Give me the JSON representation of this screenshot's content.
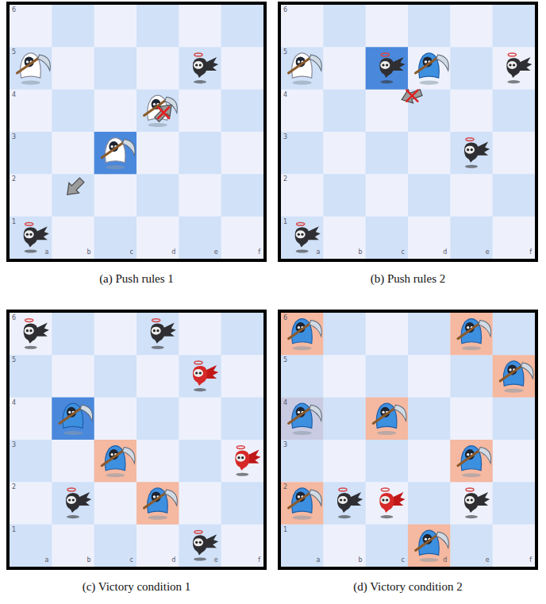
{
  "diagram": {
    "labels": [
      "6",
      "5",
      "4",
      "3",
      "2",
      "1",
      "a",
      "b",
      "c",
      "d",
      "e",
      "f",
      "(a) Push rules 1",
      "6",
      "5",
      "4",
      "3",
      "2",
      "1",
      "a",
      "b",
      "c",
      "d",
      "e",
      "f",
      "(b) Push rules 2",
      "6",
      "5",
      "4",
      "3",
      "2",
      "1",
      "a",
      "b",
      "c",
      "d",
      "e",
      "f",
      "(c) Victory condition 1",
      "6",
      "5",
      "4",
      "3",
      "2",
      "1",
      "a",
      "b",
      "c",
      "d",
      "e",
      "f",
      "(d) Victory condition 2"
    ]
  }
}
